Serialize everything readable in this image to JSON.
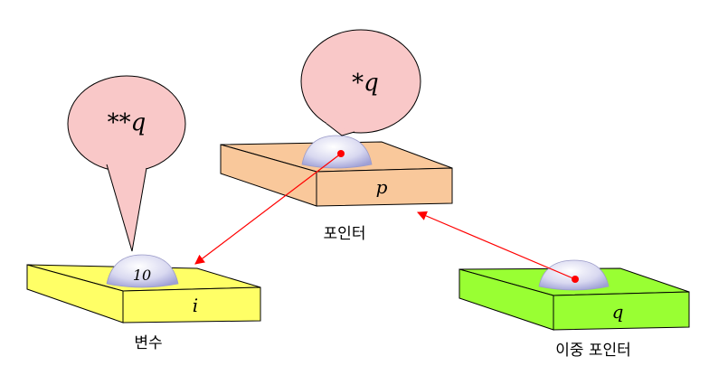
{
  "boxes": [
    {
      "id": "variable",
      "value_label": "i",
      "content_label": "10",
      "caption": "변수",
      "color": "#ffff66"
    },
    {
      "id": "pointer",
      "value_label": "p",
      "content_label": "",
      "caption": "포인터",
      "color": "#f9c89b"
    },
    {
      "id": "double_pointer",
      "value_label": "q",
      "content_label": "",
      "caption": "이중 포인터",
      "color": "#99ff33"
    }
  ],
  "bubbles": [
    {
      "id": "deref_double",
      "text": "**q",
      "color": "#f9c8c8"
    },
    {
      "id": "deref_single",
      "text": "*q",
      "color": "#f9c8c8"
    }
  ],
  "arrows": [
    {
      "from": "pointer",
      "to": "variable",
      "color": "#ff0000"
    },
    {
      "from": "double_pointer",
      "to": "pointer",
      "color": "#ff0000"
    }
  ]
}
